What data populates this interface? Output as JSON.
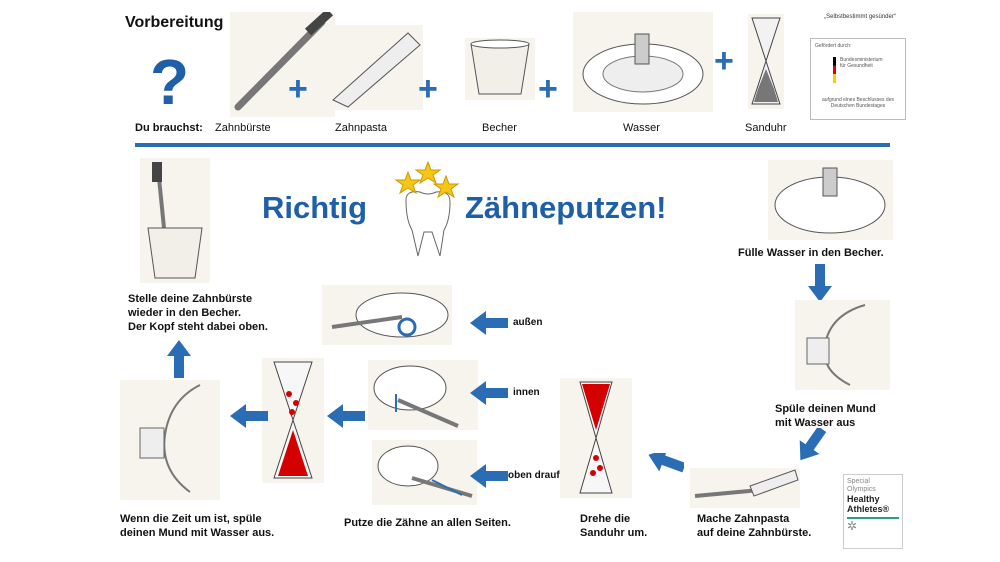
{
  "header": {
    "title": "Vorbereitung",
    "need_label": "Du brauchst:"
  },
  "items": [
    {
      "label": "Zahnbürste"
    },
    {
      "label": "Zahnpasta"
    },
    {
      "label": "Becher"
    },
    {
      "label": "Wasser"
    },
    {
      "label": "Sanduhr"
    }
  ],
  "plus": "+",
  "question": "?",
  "sponsor": {
    "quote": "„Selbstbestimmt gesünder“",
    "funded_by": "Gefördert durch:",
    "ministry": "Bundesministerium für Gesundheit",
    "resolution": "aufgrund eines Beschlusses des Deutschen Bundestages"
  },
  "main_title": {
    "word1": "Richtig",
    "word2": "Zähneputzen!"
  },
  "steps": {
    "fill": "Fülle Wasser in den Becher.",
    "rinse1": [
      "Spüle deinen Mund",
      "mit Wasser aus"
    ],
    "paste": [
      "Mache Zahnpasta",
      "auf deine Zahnbürste."
    ],
    "hourglass": [
      "Drehe die",
      "Sanduhr um."
    ],
    "brush": "Putze die Zähne an allen Seiten.",
    "rinse2": [
      "Wenn die Zeit um ist, spüle",
      "deinen Mund mit Wasser aus."
    ],
    "store": [
      "Stelle deine Zahnbürste",
      "wieder in den Becher.",
      "Der Kopf steht dabei oben."
    ]
  },
  "sides": {
    "outside": "außen",
    "inside": "innen",
    "top": "oben drauf"
  },
  "badge": {
    "line1": "Special",
    "line2": "Olympics",
    "line3": "Healthy",
    "line4": "Athletes®"
  },
  "colors": {
    "blue": "#2a6db5",
    "title": "#1f5fa8",
    "red": "#d40000",
    "star": "#f5c518"
  }
}
